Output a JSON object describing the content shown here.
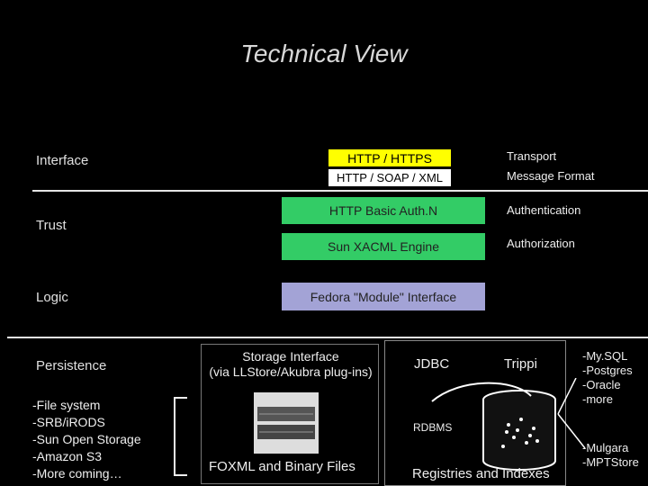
{
  "title": "Technical View",
  "layers": {
    "interface": "Interface",
    "trust": "Trust",
    "logic": "Logic",
    "persistence": "Persistence"
  },
  "boxes": {
    "http": "HTTP / HTTPS",
    "soap": "HTTP / SOAP / XML",
    "auth": "HTTP Basic Auth.N",
    "xacml": "Sun XACML Engine",
    "module": "Fedora \"Module\" Interface",
    "storage_line1": "Storage Interface",
    "storage_line2": "(via LLStore/Akubra plug-ins)",
    "jdbc": "JDBC",
    "trippi": "Trippi"
  },
  "side_labels": {
    "transport": "Transport",
    "message_format": "Message Format",
    "authentication": "Authentication",
    "authorization": "Authorization"
  },
  "storage_list": [
    "-File system",
    "-SRB/iRODS",
    "-Sun Open Storage",
    "-Amazon S3",
    "-More coming…"
  ],
  "db_list": [
    "-My.SQL",
    "-Postgres",
    "-Oracle",
    "-more"
  ],
  "triple_list": [
    "-Mulgara",
    "-MPTStore"
  ],
  "foxml_label": "FOXML and Binary Files",
  "rdbms_label": "RDBMS",
  "registries_label": "Registries and Indexes",
  "colors": {
    "background": "#000000",
    "yellow": "#ffff00",
    "green": "#33cc66",
    "purple": "#a3a3d6"
  }
}
